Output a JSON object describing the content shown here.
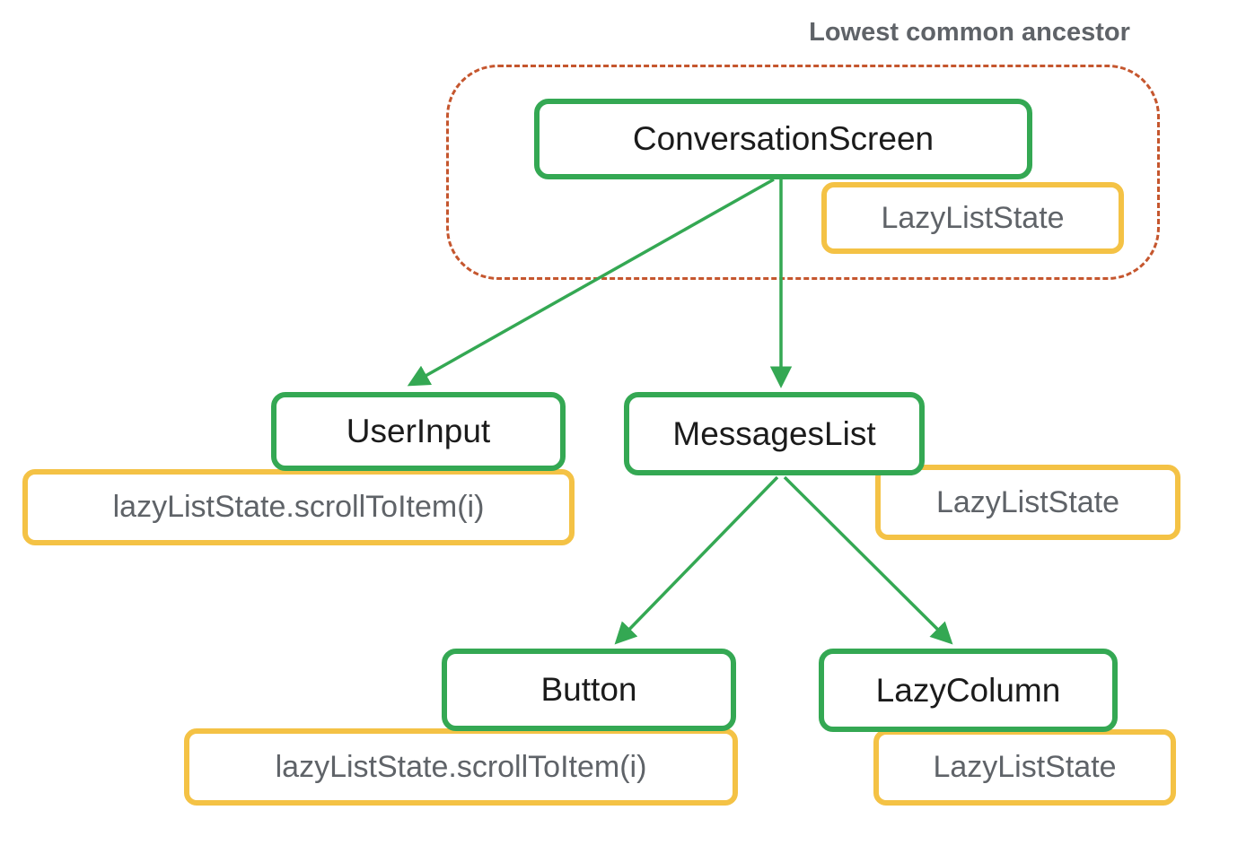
{
  "diagram": {
    "title": "Lowest common ancestor",
    "nodes": {
      "conversation_screen": "ConversationScreen",
      "user_input": "UserInput",
      "messages_list": "MessagesList",
      "button": "Button",
      "lazy_column": "LazyColumn"
    },
    "states": {
      "lca_state": "LazyListState",
      "messages_list_state": "LazyListState",
      "lazy_column_state": "LazyListState",
      "user_input_call": "lazyListState.scrollToItem(i)",
      "button_call": "lazyListState.scrollToItem(i)"
    },
    "colors": {
      "node_border_green": "#34a853",
      "state_border_yellow": "#f4c245",
      "lca_dashed_border": "#c5562e",
      "state_text_gray": "#5f6368",
      "node_text": "#1b1b1b",
      "edge_green": "#34a853"
    }
  }
}
